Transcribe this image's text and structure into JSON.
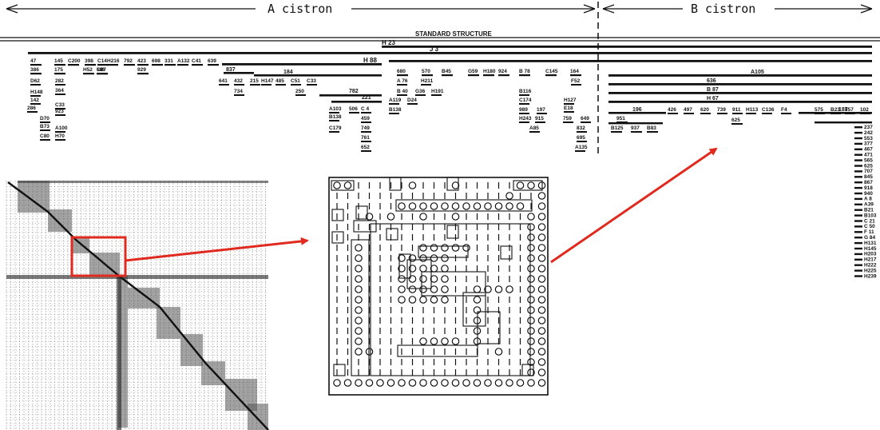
{
  "header": {
    "a_label": "A   cistron",
    "b_label": "B   cistron",
    "standard_structure": "STANDARD STRUCTURE"
  },
  "long_deletions": [
    "H 23",
    "J 3",
    "H 88",
    "837",
    "184",
    "782",
    "221",
    "A105",
    "636",
    "B 87",
    "H 67",
    "187",
    "196"
  ],
  "segment_labels": {
    "row_a": [
      "47",
      "145",
      "C200",
      "398",
      "C14",
      "H216",
      "792",
      "423",
      "698",
      "331",
      "A132",
      "C41",
      "639"
    ],
    "row_b": [
      "680",
      "570",
      "B45",
      "G59",
      "H180",
      "924",
      "B 78",
      "C145",
      "164"
    ],
    "row_c": [
      "386",
      "175",
      "H52",
      "585",
      "929",
      "C87"
    ],
    "col_left": [
      "D62",
      "H148",
      "142",
      "286",
      "D70",
      "B73",
      "C80",
      "282",
      "364",
      "C33",
      "923",
      "H70",
      "A100"
    ],
    "mid_a": [
      "641",
      "432",
      "215",
      "H147",
      "485",
      "C51",
      "C33",
      "734",
      "250"
    ],
    "mid_b": [
      "A103",
      "506",
      "C 4",
      "B138",
      "C179",
      "459",
      "749",
      "761",
      "652"
    ],
    "mid_c": [
      "A 76",
      "H211",
      "B 40",
      "G36",
      "H191",
      "A119",
      "D24",
      "B138"
    ],
    "mid_d": [
      "F52",
      "B116",
      "C174",
      "H127",
      "E18",
      "989",
      "197",
      "H243",
      "915",
      "A85",
      "759",
      "649",
      "832",
      "695",
      "A135"
    ],
    "right_row": [
      "426",
      "497",
      "620",
      "739",
      "911",
      "H113",
      "C136",
      "F4",
      "575",
      "B23",
      "857",
      "102"
    ],
    "right_low": [
      "951",
      "B125",
      "937",
      "B83",
      "625"
    ],
    "right_column": [
      "237",
      "242",
      "553",
      "377",
      "467",
      "471",
      "565",
      "625",
      "707",
      "845",
      "867",
      "918",
      "940",
      "A 8",
      "A39",
      "B21",
      "B103",
      "C 21",
      "C 50",
      "F 11",
      "G 84",
      "H131",
      "H145",
      "H203",
      "H217",
      "H222",
      "H225",
      "H239"
    ]
  },
  "colors": {
    "ink": "#111111",
    "highlight": "#e02a1f"
  }
}
